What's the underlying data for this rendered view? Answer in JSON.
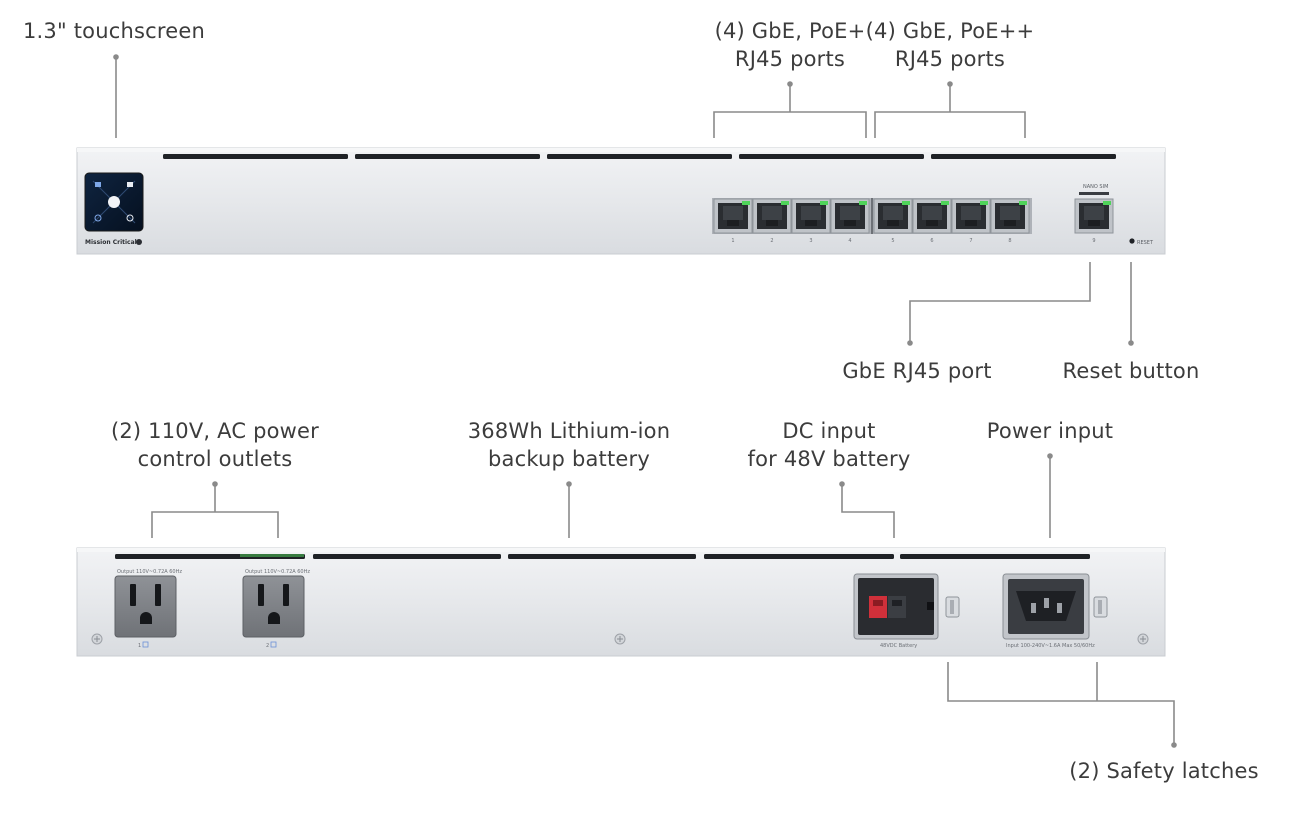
{
  "callouts": {
    "touchscreen": [
      "1.3\" touchscreen"
    ],
    "poe_plus": [
      "(4) GbE, PoE+",
      "RJ45 ports"
    ],
    "poe_plusplus": [
      "(4) GbE, PoE++",
      "RJ45 ports"
    ],
    "gbe_port": [
      "GbE RJ45 port"
    ],
    "reset_button": [
      "Reset button"
    ],
    "ac_outlets": [
      "(2) 110V, AC power",
      "control outlets"
    ],
    "battery": [
      "368Wh Lithium-ion",
      "backup battery"
    ],
    "dc_input": [
      "DC input",
      "for 48V battery"
    ],
    "power_input": [
      "Power input"
    ],
    "safety_latches": [
      "(2) Safety latches"
    ]
  },
  "front_panel": {
    "brand": "Mission Critical",
    "nano_sim": "NANO SIM",
    "reset": "RESET",
    "port_labels": [
      "1",
      "2",
      "3",
      "4",
      "5",
      "6",
      "7",
      "8"
    ],
    "uplink_label": "9"
  },
  "rear_panel": {
    "outlet_1_label": "Output 110V~0.72A 60Hz",
    "outlet_2_label": "Output 110V~0.72A 60Hz",
    "outlet_numbers": [
      "1",
      "2"
    ],
    "dc_label": "48VDC Battery",
    "ac_label": "Input 100-240V~1.6A Max 50/60Hz"
  },
  "colors": {
    "chassis": "#e4e6e9",
    "chassis_edge": "#c9ccd1",
    "leader_line": "#8a8a8a",
    "port_led": "#4fd35a",
    "anderson_red": "#d0303a",
    "touchscreen_bg": "#0d1a2e"
  }
}
